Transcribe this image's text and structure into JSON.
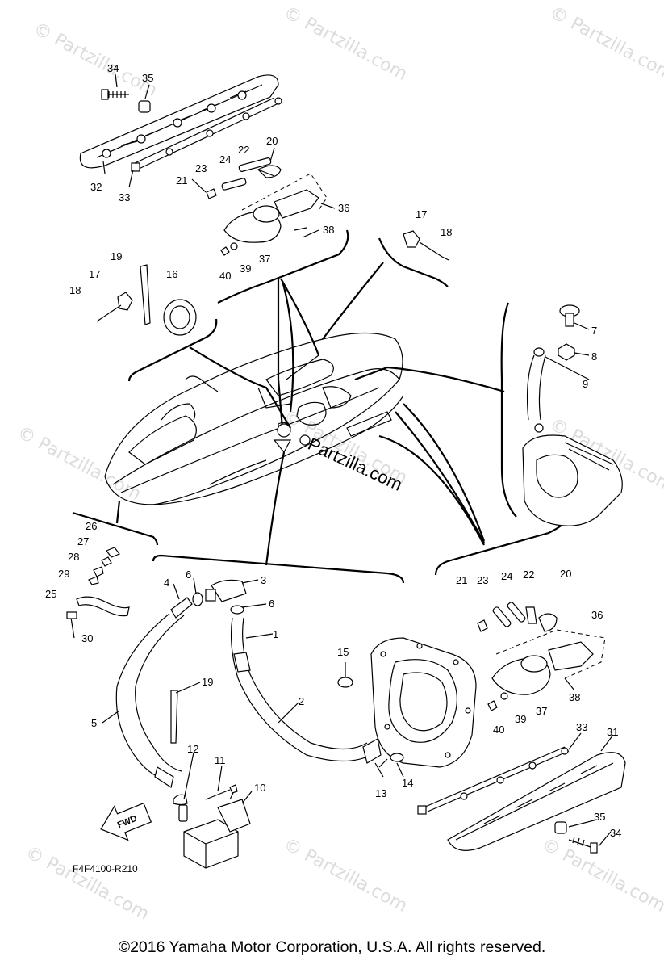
{
  "watermark": "© Partzilla.com",
  "brand_text": "Partzilla.com",
  "diagram_code": "F4F4100-R210",
  "fwd_label": "FWD",
  "copyright": "©2016  Yamaha Motor Corporation, U.S.A. All rights reserved.",
  "labels": {
    "p1": "1",
    "p2": "2",
    "p3": "3",
    "p4": "4",
    "p5": "5",
    "p6a": "6",
    "p6b": "6",
    "p7": "7",
    "p8": "8",
    "p9": "9",
    "p10": "10",
    "p11": "11",
    "p12": "12",
    "p13": "13",
    "p14": "14",
    "p15": "15",
    "p16": "16",
    "p17a": "17",
    "p17b": "17",
    "p18a": "18",
    "p18b": "18",
    "p19a": "19",
    "p19b": "19",
    "p20a": "20",
    "p20b": "20",
    "p21a": "21",
    "p21b": "21",
    "p22a": "22",
    "p22b": "22",
    "p23a": "23",
    "p23b": "23",
    "p24a": "24",
    "p24b": "24",
    "p25": "25",
    "p26": "26",
    "p27": "27",
    "p28": "28",
    "p29": "29",
    "p30": "30",
    "p31": "31",
    "p32": "32",
    "p33a": "33",
    "p33b": "33",
    "p34a": "34",
    "p34b": "34",
    "p35a": "35",
    "p35b": "35",
    "p36a": "36",
    "p36b": "36",
    "p37a": "37",
    "p37b": "37",
    "p38a": "38",
    "p38b": "38",
    "p39a": "39",
    "p39b": "39",
    "p40a": "40",
    "p40b": "40"
  }
}
